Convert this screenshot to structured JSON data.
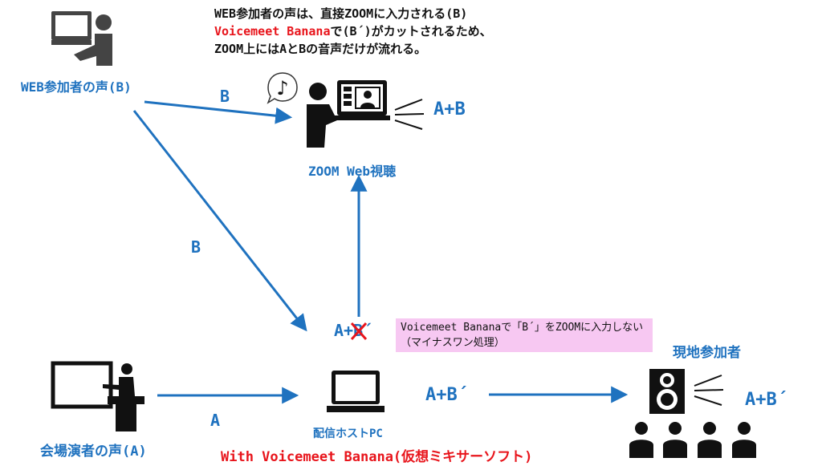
{
  "note": {
    "line1": "WEB参加者の声は、直接ZOOMに入力される(B)",
    "line2_red": "Voicemeet Banana",
    "line2_rest": "で(B´)がカットされるため、",
    "line3": "ZOOM上にはAとBの音声だけが流れる。"
  },
  "labels": {
    "web_voice": "WEB参加者の声(B)",
    "zoom_view": "ZOOM Web視聴",
    "zoom_mix": "A+B",
    "arrow_b_top": "B",
    "arrow_b_diag": "B",
    "arrow_a": "A",
    "host_pc": "配信ホストPC",
    "with_vm": "With Voicemeet Banana(仮想ミキサーソフト)",
    "venue_voice": "会場演者の声(A)",
    "ab_prime_out": "A+B´",
    "local_participants": "現地参加者",
    "local_mix": "A+B´",
    "crossed_a": "A+",
    "crossed_b": "B",
    "crossed_prime": "´"
  },
  "callout": {
    "text": "Voicemeet Bananaで「B´」をZOOMに入力しない（マイナスワン処理）"
  },
  "colors": {
    "blue": "#1f72bf",
    "red": "#e8141b",
    "pink": "#f7c8f2",
    "black": "#111111"
  },
  "icons": [
    "web-participant-icon",
    "zoom-viewer-icon",
    "music-note-icon",
    "lecturer-icon",
    "laptop-icon",
    "speaker-icon",
    "audience-icon"
  ]
}
